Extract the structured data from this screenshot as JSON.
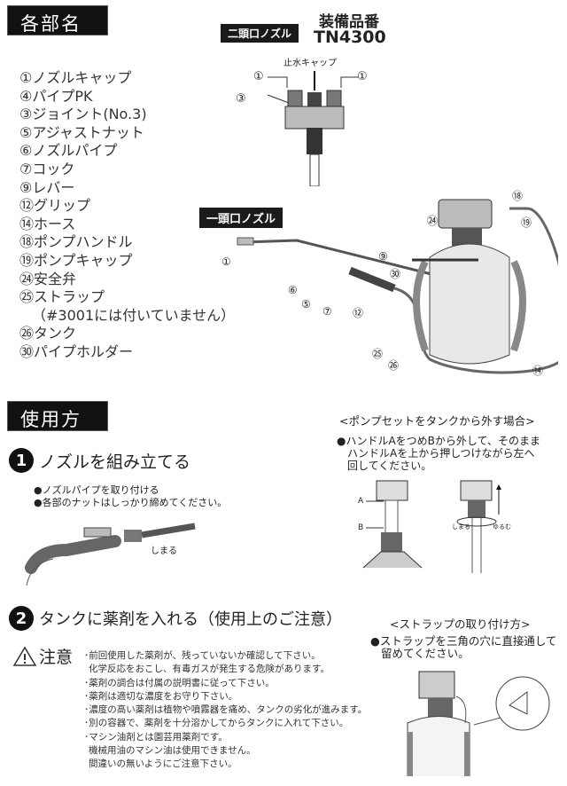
{
  "parts_section": {
    "heading": "各部名称",
    "items": [
      "①ノズルキャップ",
      "④パイプPK",
      "③ジョイント(No.3)",
      "⑤アジャストナット",
      "⑥ノズルパイプ",
      "⑦コック",
      "⑨レバー",
      "⑫グリップ",
      "⑭ホース",
      "⑱ポンプハンドル",
      "⑲ポンプキャップ",
      "㉔安全弁",
      "㉕ストラップ",
      "（#3001には付いていません）",
      "㉖タンク",
      "㉚パイプホルダー"
    ]
  },
  "double_nozzle": {
    "tag": "二頭口ノズル",
    "equip_label": "装備品番",
    "model": "TN4300",
    "cap_label": "止水キャップ",
    "callouts": [
      "①",
      "①",
      "③"
    ]
  },
  "single_nozzle": {
    "tag": "一頭口ノズル",
    "callouts": [
      "①",
      "⑥",
      "⑤",
      "⑦",
      "⑨",
      "⑫",
      "㉚",
      "㉔",
      "⑱",
      "⑲",
      "㉕",
      "㉖",
      "⑭"
    ]
  },
  "usage_section": {
    "heading": "使用方法",
    "step1": {
      "number": "1",
      "title": "ノズルを組み立てる",
      "bullets": [
        "●ノズルパイプを取り付ける",
        "●各部のナットはしっかり締めてください。"
      ],
      "turn_label": "しまる"
    },
    "pump_removal": {
      "title": "<ポンプセットをタンクから外す場合>",
      "lines": [
        "●ハンドルAをつめBから外して、そのまま",
        "ハンドルAを上から押しつけながら左へ",
        "回してください。"
      ],
      "label_a": "A",
      "label_b": "B",
      "tighten": "しまる",
      "loosen": "ゆるむ"
    },
    "step2": {
      "number": "2",
      "title": "タンクに薬剤を入れる（使用上のご注意）",
      "caution_label": "注意",
      "notes": [
        "･前回使用した薬剤が、残っていないか確認して下さい。",
        "化学反応をおこし、有毒ガスが発生する危険があります。",
        "･薬剤の調合は付属の説明書に従って下さい。",
        "･薬剤は適切な濃度をお守り下さい。",
        "･濃度の高い薬剤は植物や噴霧器を痛め、タンクの劣化が進みます。",
        "･別の容器で、薬剤を十分溶かしてからタンクに入れて下さい。",
        "･マシン油剤とは園芸用薬剤です。",
        "機械用油のマシン油は使用できません。",
        "間違いの無いようにご注意下さい。"
      ]
    },
    "strap": {
      "title": "<ストラップの取り付け方>",
      "lines": [
        "●ストラップを三角の穴に直接通して",
        "留めてください。"
      ]
    }
  }
}
